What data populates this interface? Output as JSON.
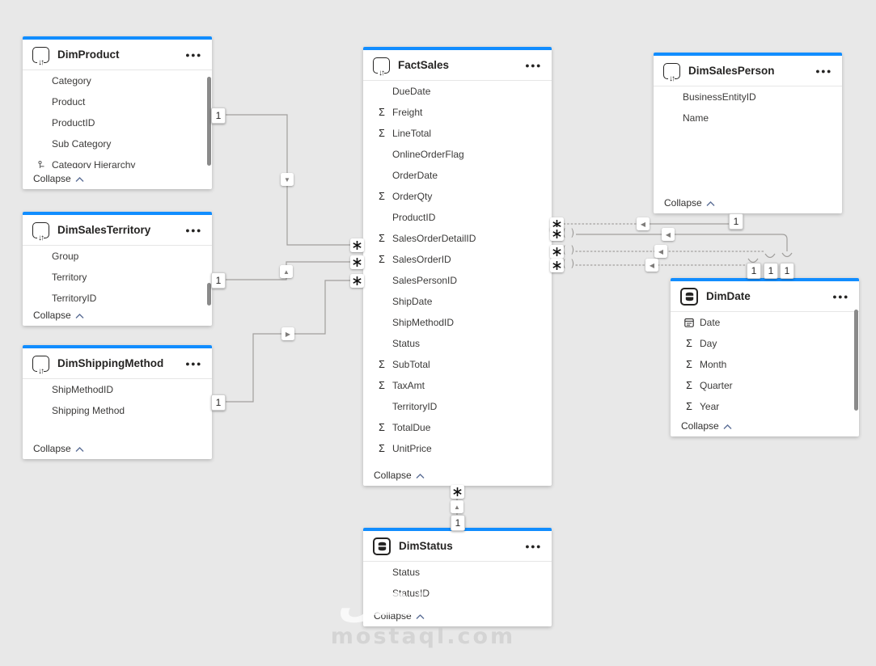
{
  "colors": {
    "accent": "#118DFF",
    "background": "#e8e8e8",
    "card": "#ffffff",
    "line": "#a19f9d"
  },
  "tables": [
    {
      "name": "DimProduct",
      "icon": "table-sync",
      "menu": "more-options",
      "collapse_label": "Collapse",
      "fields": [
        {
          "label": "Category",
          "icon": "none"
        },
        {
          "label": "Product",
          "icon": "none"
        },
        {
          "label": "ProductID",
          "icon": "none"
        },
        {
          "label": "Sub Category",
          "icon": "none"
        },
        {
          "label": "Category Hierarchy",
          "icon": "hierarchy"
        }
      ]
    },
    {
      "name": "DimSalesTerritory",
      "icon": "table-sync",
      "menu": "more-options",
      "collapse_label": "Collapse",
      "fields": [
        {
          "label": "Group",
          "icon": "none"
        },
        {
          "label": "Territory",
          "icon": "none"
        },
        {
          "label": "TerritoryID",
          "icon": "none"
        }
      ]
    },
    {
      "name": "DimShippingMethod",
      "icon": "table-sync",
      "menu": "more-options",
      "collapse_label": "Collapse",
      "fields": [
        {
          "label": "ShipMethodID",
          "icon": "none"
        },
        {
          "label": "Shipping Method",
          "icon": "none"
        }
      ]
    },
    {
      "name": "FactSales",
      "icon": "table-sync",
      "menu": "more-options",
      "collapse_label": "Collapse",
      "fields": [
        {
          "label": "DueDate",
          "icon": "none"
        },
        {
          "label": "Freight",
          "icon": "sum"
        },
        {
          "label": "LineTotal",
          "icon": "sum"
        },
        {
          "label": "OnlineOrderFlag",
          "icon": "none"
        },
        {
          "label": "OrderDate",
          "icon": "none"
        },
        {
          "label": "OrderQty",
          "icon": "sum"
        },
        {
          "label": "ProductID",
          "icon": "none"
        },
        {
          "label": "SalesOrderDetailID",
          "icon": "sum"
        },
        {
          "label": "SalesOrderID",
          "icon": "sum"
        },
        {
          "label": "SalesPersonID",
          "icon": "none"
        },
        {
          "label": "ShipDate",
          "icon": "none"
        },
        {
          "label": "ShipMethodID",
          "icon": "none"
        },
        {
          "label": "Status",
          "icon": "none"
        },
        {
          "label": "SubTotal",
          "icon": "sum"
        },
        {
          "label": "TaxAmt",
          "icon": "sum"
        },
        {
          "label": "TerritoryID",
          "icon": "none"
        },
        {
          "label": "TotalDue",
          "icon": "sum"
        },
        {
          "label": "UnitPrice",
          "icon": "sum"
        }
      ]
    },
    {
      "name": "DimSalesPerson",
      "icon": "table-sync",
      "menu": "more-options",
      "collapse_label": "Collapse",
      "fields": [
        {
          "label": "BusinessEntityID",
          "icon": "none"
        },
        {
          "label": "Name",
          "icon": "none"
        }
      ]
    },
    {
      "name": "DimDate",
      "icon": "database",
      "menu": "more-options",
      "collapse_label": "Collapse",
      "fields": [
        {
          "label": "Date",
          "icon": "calendar"
        },
        {
          "label": "Day",
          "icon": "sum"
        },
        {
          "label": "Month",
          "icon": "sum"
        },
        {
          "label": "Quarter",
          "icon": "sum"
        },
        {
          "label": "Year",
          "icon": "sum"
        }
      ]
    },
    {
      "name": "DimStatus",
      "icon": "database",
      "menu": "more-options",
      "collapse_label": "Collapse",
      "fields": [
        {
          "label": "Status",
          "icon": "none"
        },
        {
          "label": "StatusID",
          "icon": "none"
        }
      ]
    }
  ],
  "relationships": [
    {
      "from": "DimProduct",
      "to": "FactSales",
      "one": "1",
      "many": "*",
      "arrow": "down",
      "limited": false
    },
    {
      "from": "DimSalesTerritory",
      "to": "FactSales",
      "one": "1",
      "many": "*",
      "arrow": "up",
      "limited": false
    },
    {
      "from": "DimShippingMethod",
      "to": "FactSales",
      "one": "1",
      "many": "*",
      "arrow": "right",
      "limited": false
    },
    {
      "from": "DimStatus",
      "to": "FactSales",
      "one": "1",
      "many": "*",
      "arrow": "up",
      "limited": false
    },
    {
      "from": "DimSalesPerson",
      "to": "FactSales",
      "one": "1",
      "many": "*",
      "arrow": "left",
      "limited": false
    },
    {
      "from": "DimDate",
      "to": "FactSales",
      "one": "1",
      "many": "*",
      "arrow": "left",
      "limited": true
    },
    {
      "from": "DimDate",
      "to": "FactSales",
      "one": "1",
      "many": "*",
      "arrow": "left",
      "limited": true
    },
    {
      "from": "DimDate",
      "to": "FactSales",
      "one": "1",
      "many": "*",
      "arrow": "left",
      "limited": true
    }
  ],
  "watermark": {
    "logo": "مستقل",
    "domain": "mostaql.com"
  }
}
